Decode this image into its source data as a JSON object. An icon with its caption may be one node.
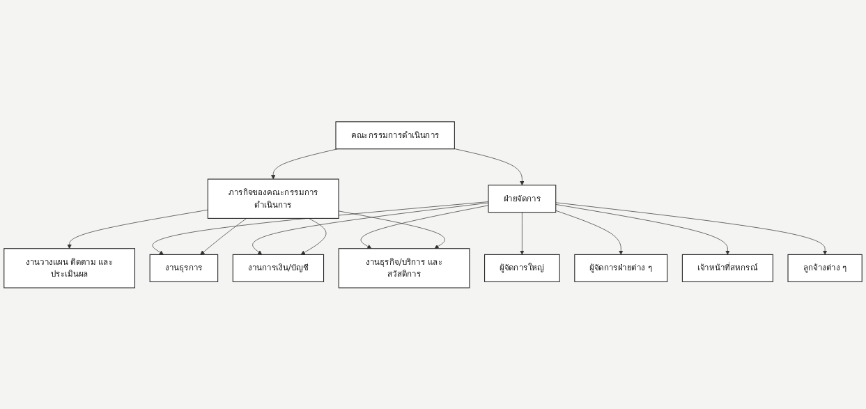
{
  "diagram": {
    "nodes": [
      {
        "text": [
          "คณะกรรมการดำเนินการ"
        ]
      },
      {
        "text": [
          "ภารกิจของคณะกรรมการดำเนินการ"
        ]
      },
      {
        "text": [
          "ฝ่ายจัดการ"
        ]
      },
      {
        "text": [
          "ผู้จัดการใหญ่"
        ]
      },
      {
        "text": [
          "ผู้จัดการฝ่ายต่าง ๆ"
        ]
      },
      {
        "text": [
          "เจ้าหน้าที่สหกรณ์"
        ]
      },
      {
        "text": [
          "ลูกจ้างต่าง ๆ"
        ]
      },
      {
        "text": [
          "งานวางแผน ติดตาม และประเมินผล"
        ]
      },
      {
        "text": [
          "งานธุรการ"
        ]
      },
      {
        "text": [
          "งานการเงิน/บัญชี"
        ]
      },
      {
        "text": [
          "งานธุรกิจ/บริการ และสวัสดิการ"
        ]
      }
    ],
    "edges": [
      {
        "from": 0,
        "to": 1,
        "arrow": "to"
      },
      {
        "from": 0,
        "to": 2,
        "arrow": "to"
      },
      {
        "from": 2,
        "to": 3,
        "arrow": "to"
      },
      {
        "from": 2,
        "to": 4,
        "arrow": "to"
      },
      {
        "from": 2,
        "to": 5,
        "arrow": "to"
      },
      {
        "from": 2,
        "to": 6,
        "arrow": "to"
      },
      {
        "from": 2,
        "to": 8,
        "arrow": "to"
      },
      {
        "from": 2,
        "to": 9,
        "arrow": "to"
      },
      {
        "from": 2,
        "to": 10,
        "arrow": "to"
      },
      {
        "from": 1,
        "to": 7,
        "arrow": "to"
      },
      {
        "from": 1,
        "to": 8,
        "arrow": "to"
      },
      {
        "from": 1,
        "to": 9,
        "arrow": "to"
      },
      {
        "from": 1,
        "to": 10,
        "arrow": "to"
      }
    ]
  }
}
